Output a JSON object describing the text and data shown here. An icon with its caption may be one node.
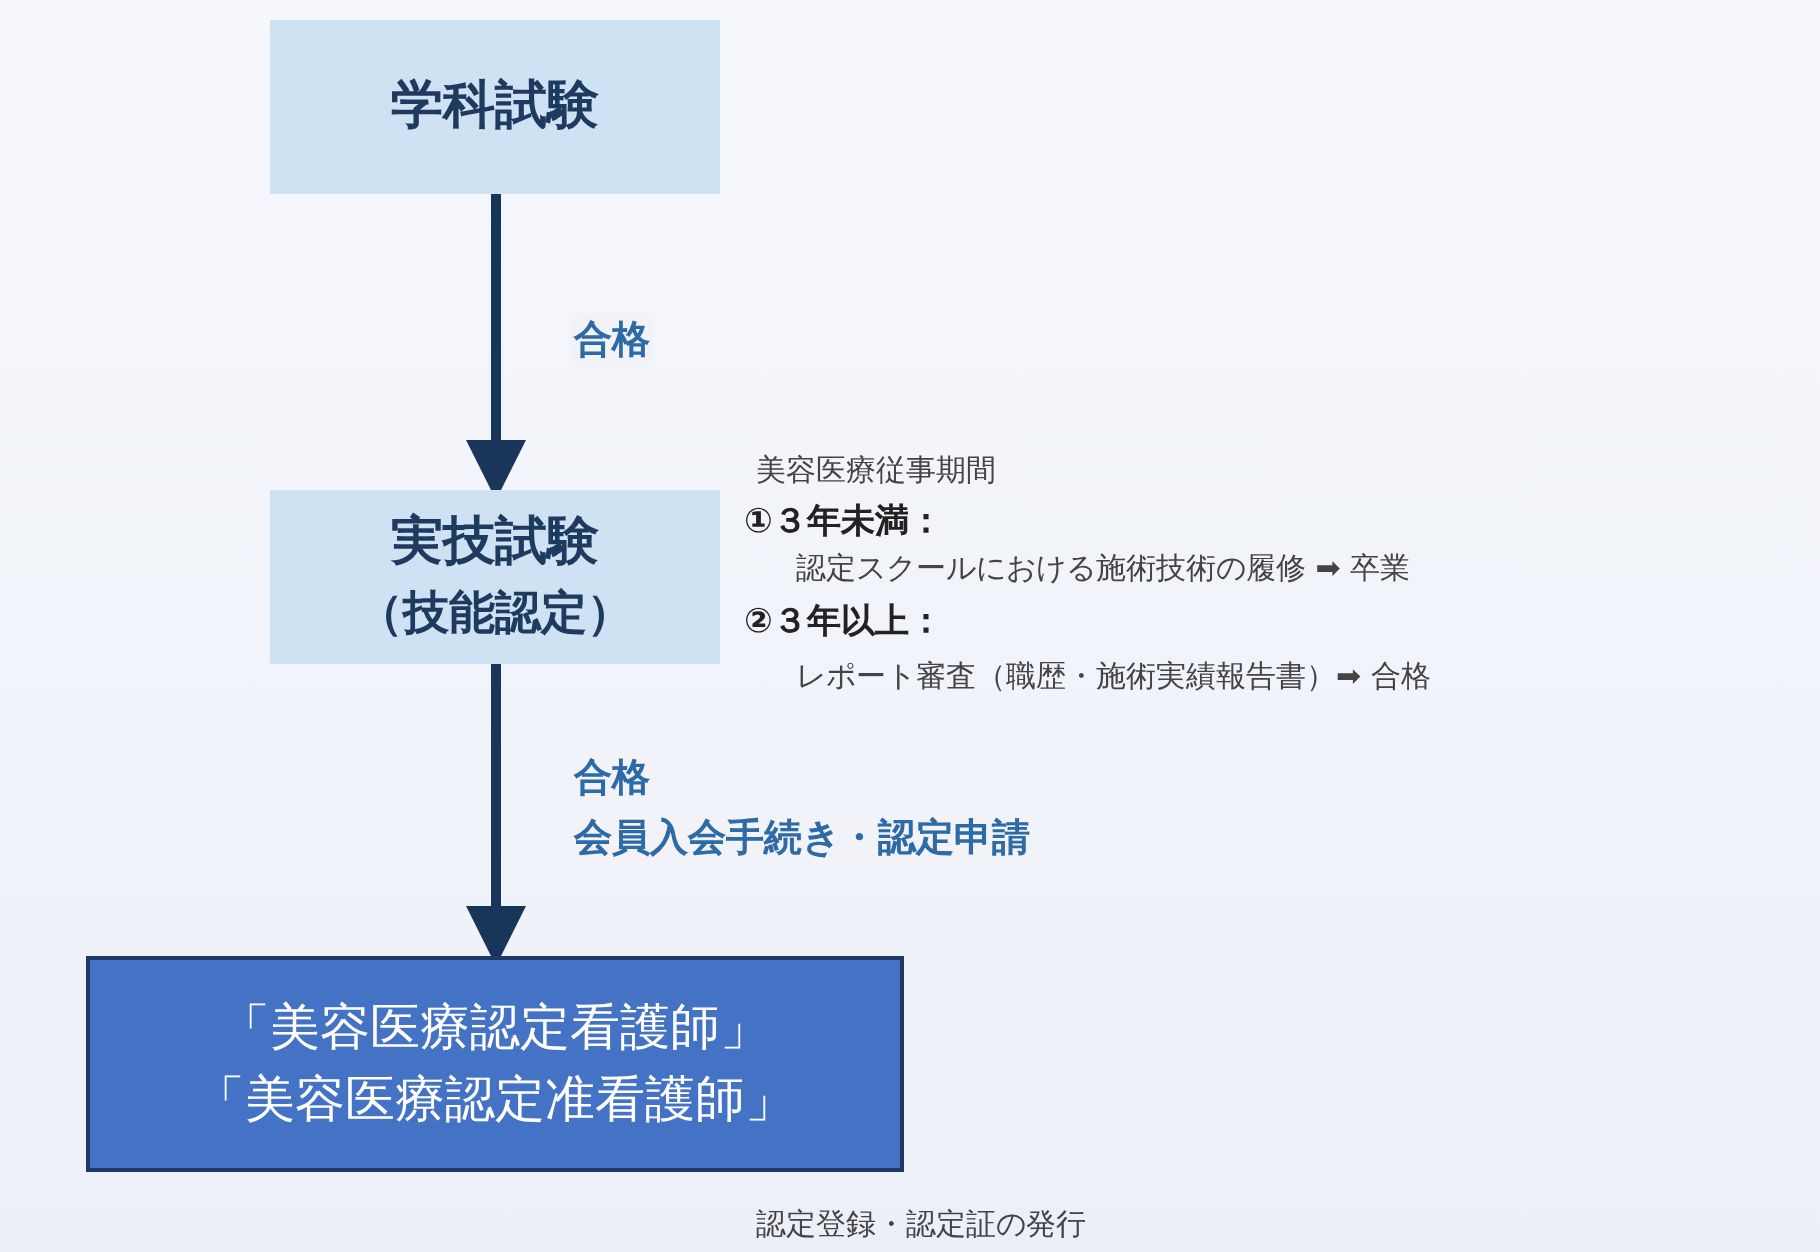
{
  "diagram": {
    "nodes": [
      {
        "text": [
          "学科試験"
        ]
      },
      {
        "text": [
          "実技試験",
          "（技能認定）"
        ]
      },
      {
        "text": [
          "「美容医療認定看護師」",
          "「美容医療認定准看護師」"
        ],
        "beside": [
          "認定登録・認定証の発行"
        ]
      }
    ],
    "edges": [
      {
        "from": 0,
        "to": 1,
        "arrow": "to",
        "label": "合格"
      },
      {
        "from": 1,
        "to": 2,
        "arrow": "to",
        "label": "合格"
      }
    ],
    "labels": [
      "美容医療従事期間",
      "①３年未満：",
      "認定スクールにおける施術技術の履修 ➡ 卒業",
      "②３年以上：",
      "レポート審査（職歴・施術実績報告書）➡ 合格",
      "会員入会手続き・認定申請"
    ]
  }
}
